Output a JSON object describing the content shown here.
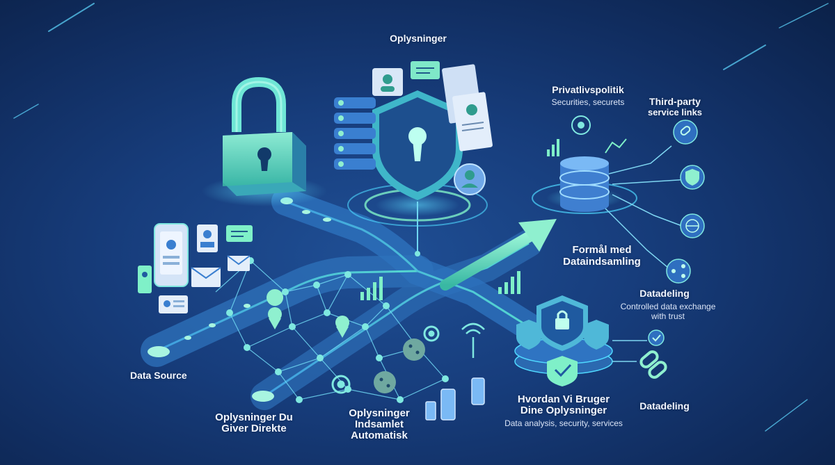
{
  "labels": {
    "oplysninger": "Oplysninger",
    "privatlivspolitik": "Privatlivspolitik",
    "privatlivspolitik_sub": "Securities, securets",
    "third_party_line1": "Third-party",
    "third_party_line2": "service links",
    "formaal_line1": "Formål med",
    "formaal_line2": "Dataindsamling",
    "datadeling_top": "Datadeling",
    "datadeling_top_sub_line1": "Controlled data exchange",
    "datadeling_top_sub_line2": "with trust",
    "data_source": "Data Source",
    "direkte_line1": "Oplysninger Du",
    "direkte_line2": "Giver Direkte",
    "automatisk_line1": "Oplysninger",
    "automatisk_line2": "Indsamlet",
    "automatisk_line3": "Automatisk",
    "hvordan_line1": "Hvordan Vi Bruger",
    "hvordan_line2": "Dine Oplysninger",
    "hvordan_sub": "Data analysis, security, services",
    "datadeling_bottom": "Datadeling"
  },
  "icons": [
    "padlock-icon",
    "shield-keyhole-icon",
    "database-icon",
    "gear-icon",
    "link-icon",
    "check-shield-icon",
    "globe-icon",
    "share-icon",
    "arrow-icon",
    "cookie-icon",
    "phone-icon",
    "mail-icon",
    "id-card-icon",
    "chart-icon",
    "location-pin-icon",
    "wifi-icon",
    "chain-link-icon",
    "check-icon",
    "user-icon"
  ],
  "colors": {
    "background": "#173d7c",
    "accent": "#7ff0c8",
    "glow": "#4fd8ff"
  }
}
